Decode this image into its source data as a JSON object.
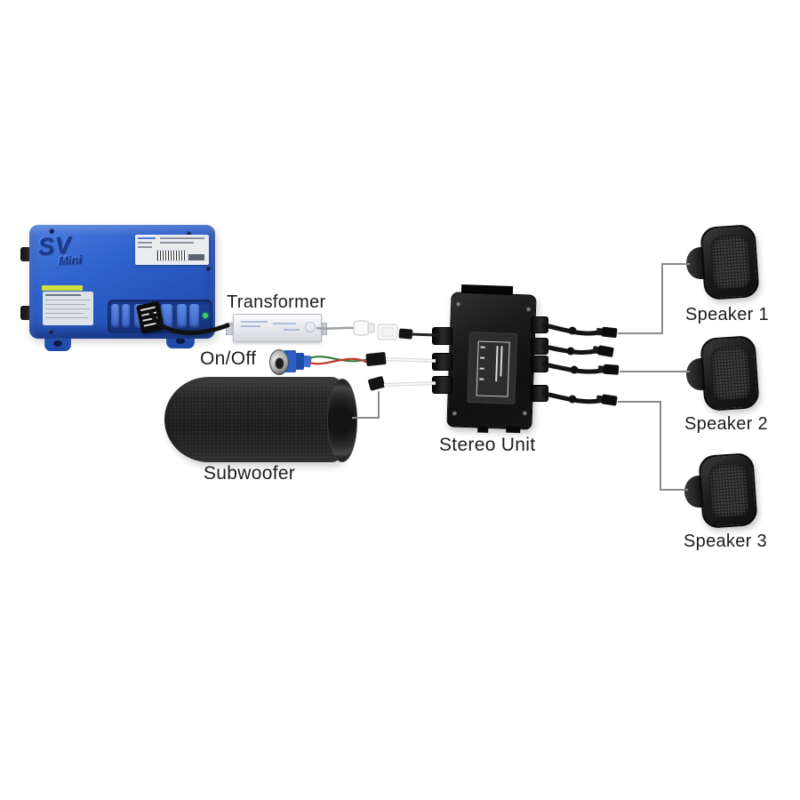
{
  "diagram": {
    "type": "wiring-diagram",
    "controller": {
      "logo_main": "SV",
      "logo_sub": "Mini"
    },
    "labels": {
      "transformer": "Transformer",
      "on_off": "On/Off",
      "subwoofer": "Subwoofer",
      "stereo_unit": "Stereo Unit",
      "speaker_1": "Speaker 1",
      "speaker_2": "Speaker 2",
      "speaker_3": "Speaker 3"
    },
    "connections": [
      {
        "from": "Controller",
        "to": "Transformer"
      },
      {
        "from": "Transformer",
        "to": "Stereo Unit"
      },
      {
        "from": "On/Off",
        "to": "Stereo Unit"
      },
      {
        "from": "Subwoofer",
        "to": "Stereo Unit"
      },
      {
        "from": "Stereo Unit",
        "to": "Speaker 1"
      },
      {
        "from": "Stereo Unit",
        "to": "Speaker 2"
      },
      {
        "from": "Stereo Unit",
        "to": "Speaker 3"
      }
    ],
    "colors": {
      "background": "#ffffff",
      "connection_line": "#8a8a8a",
      "label_text": "#1c1c1c",
      "controller_blue": "#2f62cc",
      "device_black": "#141414",
      "transformer_silver": "#e8e9ec",
      "sticker_yellow": "#cde23e",
      "led_green": "#37d463",
      "wire_green": "#3a7d44",
      "wire_red": "#c0392b"
    }
  }
}
